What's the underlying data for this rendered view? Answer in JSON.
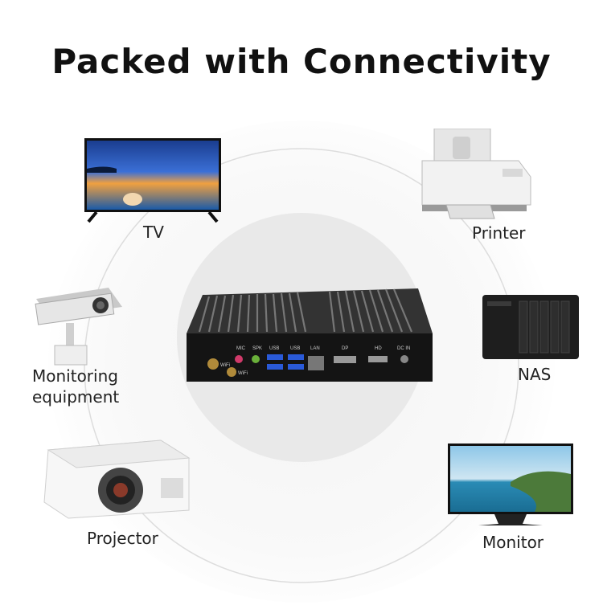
{
  "title": "Packed with Connectivity",
  "center_device": {
    "ports": {
      "mic": "MIC",
      "spk": "SPK",
      "usb1": "USB",
      "usb2": "USB",
      "lan": "LAN",
      "dp": "DP",
      "hd": "HD",
      "dc_in": "DC IN",
      "wifi1": "WiFi",
      "wifi2": "WiFi"
    }
  },
  "peripherals": {
    "tv": "TV",
    "printer": "Printer",
    "monitoring_line1": "Monitoring",
    "monitoring_line2": "equipment",
    "nas": "NAS",
    "projector": "Projector",
    "monitor": "Monitor"
  }
}
